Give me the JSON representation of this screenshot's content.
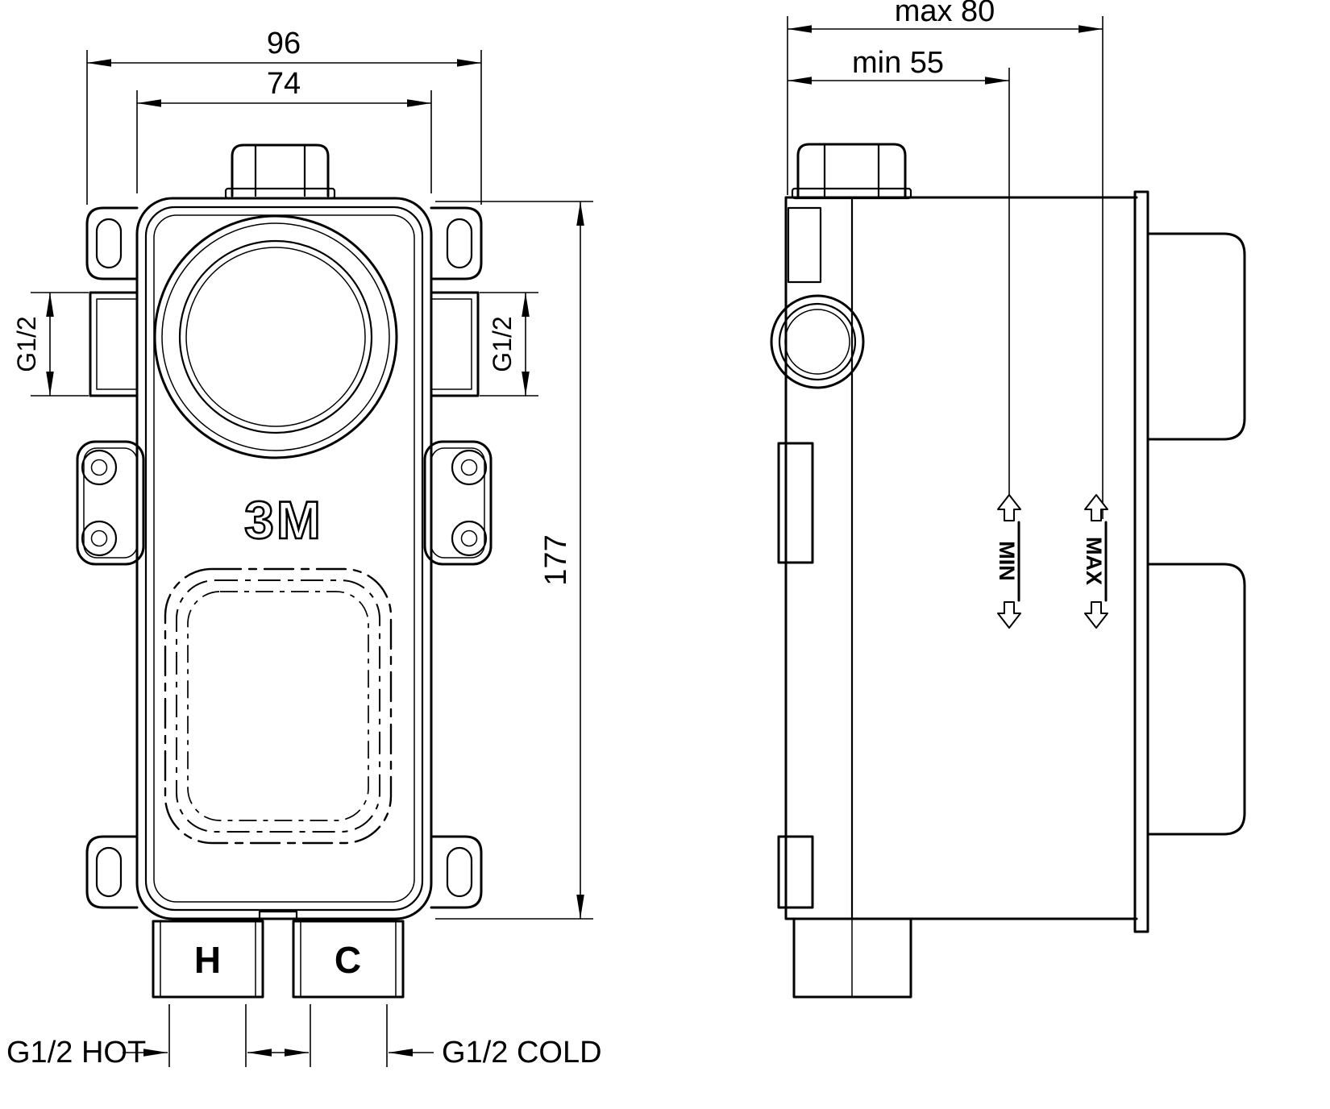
{
  "drawing": {
    "background": "#ffffff",
    "line_color": "#000000",
    "front_view": {
      "dims": {
        "width_outer": "96",
        "width_inner": "74",
        "height": "177",
        "side_port_left": "G1/2",
        "side_port_right": "G1/2",
        "hot_thread": "G1/2 HOT",
        "cold_thread": "G1/2 COLD"
      },
      "labels": {
        "brand": "3M",
        "hot": "H",
        "cold": "C"
      }
    },
    "side_view": {
      "dims": {
        "depth_max": "max 80",
        "depth_min": "min 55"
      },
      "labels": {
        "min": "MIN",
        "max": "MAX"
      }
    }
  }
}
